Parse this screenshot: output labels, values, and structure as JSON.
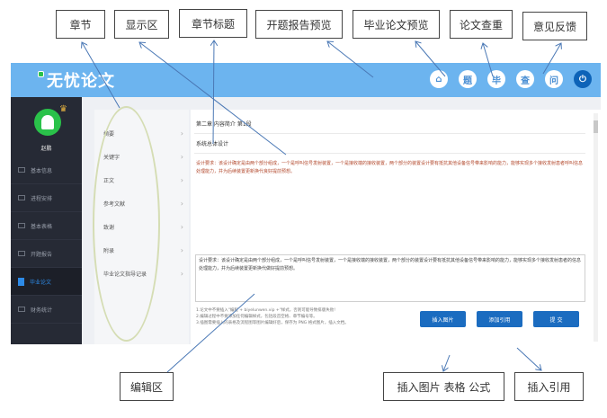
{
  "annotations": {
    "top": [
      {
        "label": "章节"
      },
      {
        "label": "显示区"
      },
      {
        "label": "章节标题"
      },
      {
        "label": "开题报告预览"
      },
      {
        "label": "毕业论文预览"
      },
      {
        "label": "论文查重"
      },
      {
        "label": "意见反馈"
      }
    ],
    "bottom": [
      {
        "label": "编辑区"
      },
      {
        "label": "插入图片  表格  公式"
      },
      {
        "label": "插入引用"
      }
    ]
  },
  "header": {
    "logo_text": "无忧论文",
    "icons": [
      {
        "name": "home-icon",
        "glyph": "⌂"
      },
      {
        "name": "proposal-preview-icon",
        "glyph": "题"
      },
      {
        "name": "thesis-preview-icon",
        "glyph": "毕"
      },
      {
        "name": "plagiarism-check-icon",
        "glyph": "查"
      },
      {
        "name": "feedback-icon",
        "glyph": "问"
      },
      {
        "name": "power-icon",
        "glyph": "⏻"
      }
    ],
    "colors": {
      "bar": "#6cb4ef",
      "power": "#0d63b8"
    }
  },
  "sidebar": {
    "username": "赵鹏",
    "items": [
      {
        "label": "基本信息"
      },
      {
        "label": "进程安排"
      },
      {
        "label": "基本表格"
      },
      {
        "label": "开题报告"
      },
      {
        "label": "毕业论文",
        "active": true
      },
      {
        "label": "财务统计"
      }
    ]
  },
  "chapters": {
    "items": [
      {
        "label": "摘要"
      },
      {
        "label": "关键字"
      },
      {
        "label": "正文"
      },
      {
        "label": "参考文献"
      },
      {
        "label": "致谢"
      },
      {
        "label": "附录"
      },
      {
        "label": "毕业论文指导记录"
      }
    ]
  },
  "display": {
    "chapter_title": "第二章 内容简介 第1段",
    "section_title": "系统总体设计",
    "body": "设计要求：该设计确定是由两个部分组成，一个是呼叫信号发射装置，一个是接收端的接收装置，两个部分的装置设计要有抵抗其他设备信号带来影响的能力，能够实现多个接收发射患者呼叫信息处理能力，并为后续装置更新换代良好提前预想。"
  },
  "editor": {
    "value": "设计要求：该设计确定是由两个部分组成，一个是呼叫信号发射装置，一个是接收端的接收装置，两个部分的装置设计要有抵抗其他设备信号带来影响的能力，能够实现多个接收发射患者的信息处理能力，并为后续装置更新换代做好提前预想。"
  },
  "hints": [
    "1.论文中不要插入\"编程 + biyelunwen.vip +\"样式，否则可能导致排版失败!",
    "2.编辑过程中不要添加任何编辑样式，包括段首空格、章节编号等。",
    "3.插图需要插入的表格及流程图等图片编辑好后，保存为 PNG 格式图片，插入文档。"
  ],
  "buttons": {
    "insert_image": "插入图片",
    "add_citation": "添加引用",
    "submit": "提 交"
  }
}
